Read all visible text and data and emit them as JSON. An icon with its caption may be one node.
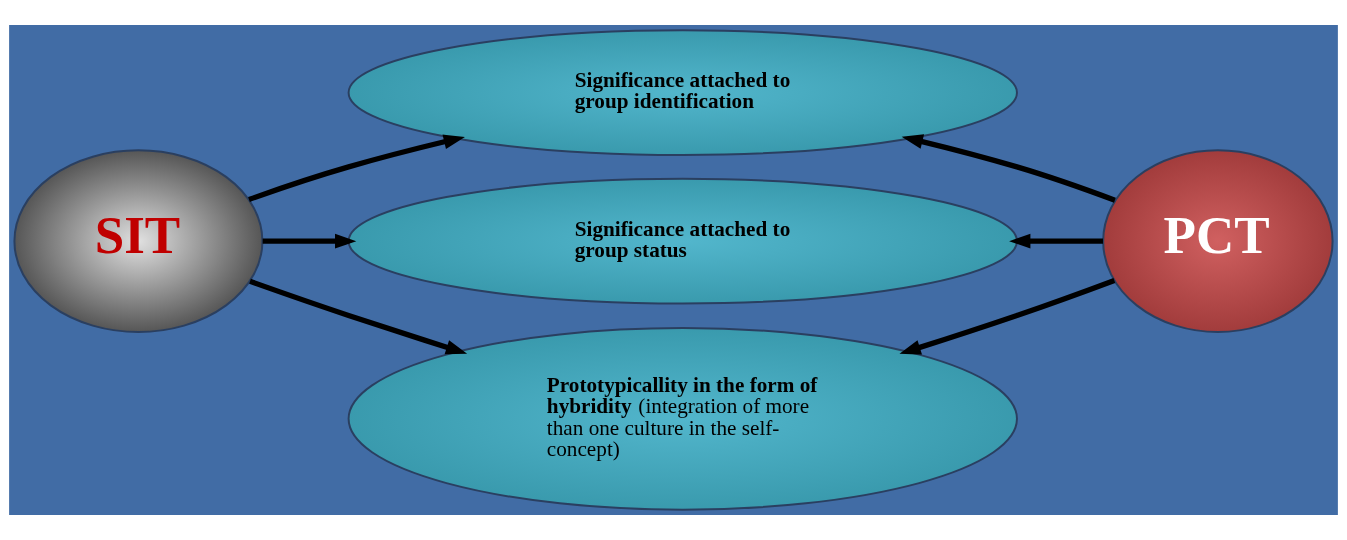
{
  "diagram": {
    "nodes": [
      {
        "text": [
          "SIT"
        ]
      },
      {
        "text": [
          "Significance attached to group identification"
        ]
      },
      {
        "text": [
          "Significance attached to group status"
        ]
      },
      {
        "text": [
          "**Prototypicallity in the form of hybridity** (integration of more than one culture in the self-concept)"
        ]
      },
      {
        "text": [
          "PCT"
        ]
      }
    ],
    "edges": [
      {
        "from": 0,
        "to": 1,
        "arrow": "to"
      },
      {
        "from": 0,
        "to": 2,
        "arrow": "to"
      },
      {
        "from": 0,
        "to": 3,
        "arrow": "to"
      },
      {
        "from": 4,
        "to": 1,
        "arrow": "to"
      },
      {
        "from": 4,
        "to": 2,
        "arrow": "to"
      },
      {
        "from": 4,
        "to": 3,
        "arrow": "to"
      }
    ]
  }
}
